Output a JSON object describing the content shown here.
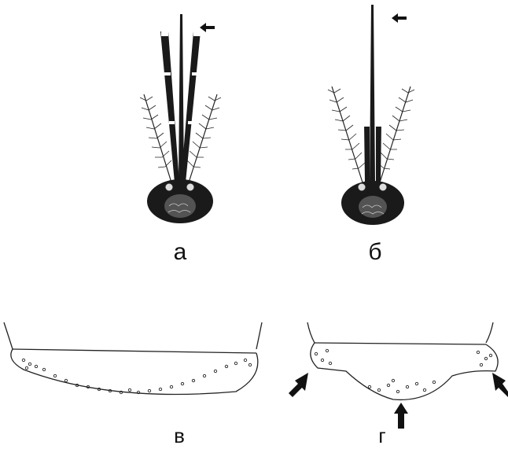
{
  "panels": {
    "a": {
      "label": "а"
    },
    "b": {
      "label": "б"
    },
    "v": {
      "label": "в"
    },
    "g": {
      "label": "г"
    }
  }
}
